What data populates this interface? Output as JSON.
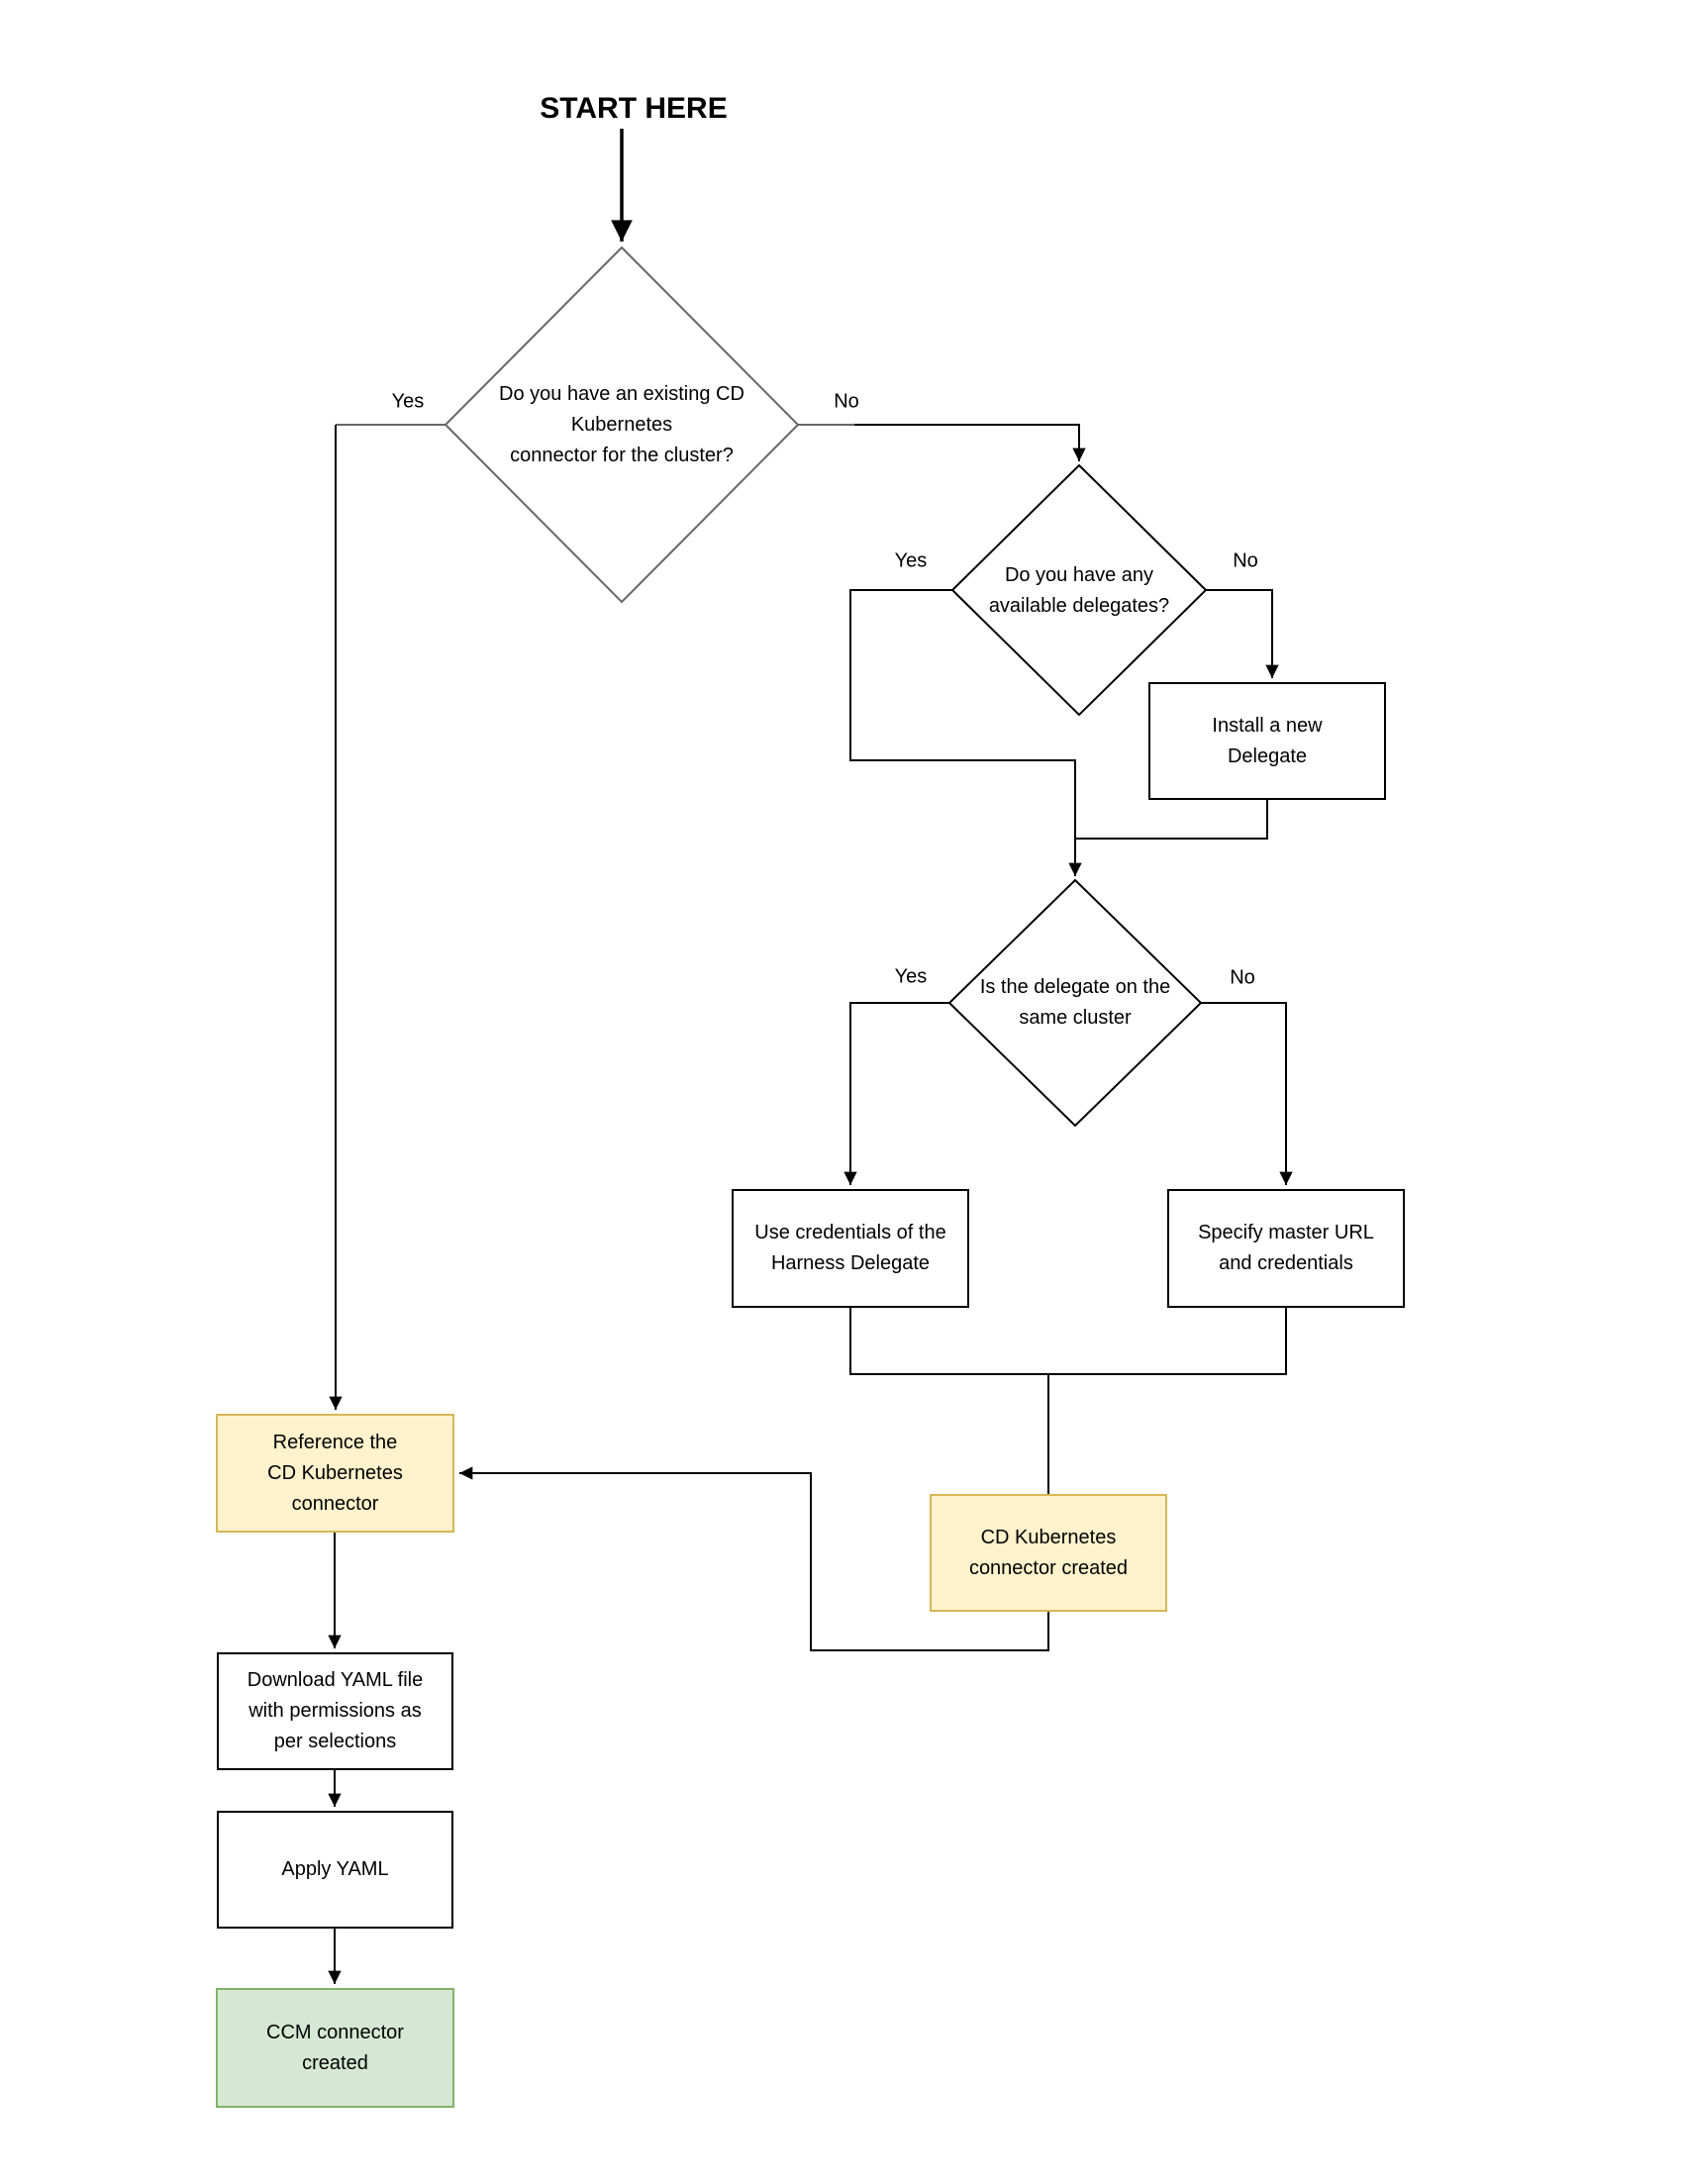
{
  "flowchart": {
    "title": "START HERE",
    "nodes": {
      "decision_existing_connector": {
        "type": "decision",
        "label": "Do you have an existing CD\nKubernetes\nconnector for the cluster?"
      },
      "decision_available_delegates": {
        "type": "decision",
        "label": "Do you have any\navailable delegates?"
      },
      "decision_same_cluster": {
        "type": "decision",
        "label": "Is the delegate on the\nsame cluster"
      },
      "install_delegate": {
        "type": "process",
        "label": "Install a new\nDelegate"
      },
      "use_credentials": {
        "type": "process",
        "label": "Use credentials of the\nHarness Delegate"
      },
      "specify_master_url": {
        "type": "process",
        "label": "Specify master URL\nand credentials"
      },
      "reference_connector": {
        "type": "highlight",
        "label": "Reference the\nCD Kubernetes\nconnector"
      },
      "connector_created": {
        "type": "highlight",
        "label": "CD Kubernetes\nconnector created"
      },
      "download_yaml": {
        "type": "process",
        "label": "Download YAML file\nwith permissions as\nper selections"
      },
      "apply_yaml": {
        "type": "process",
        "label": "Apply YAML"
      },
      "ccm_created": {
        "type": "terminal",
        "label": "CCM connector\ncreated"
      }
    },
    "edge_labels": {
      "d1_yes": "Yes",
      "d1_no": "No",
      "d2_yes": "Yes",
      "d2_no": "No",
      "d3_yes": "Yes",
      "d3_no": "No"
    },
    "edges": [
      {
        "from": "start",
        "to": "decision_existing_connector",
        "label": ""
      },
      {
        "from": "decision_existing_connector",
        "to": "reference_connector",
        "label": "Yes"
      },
      {
        "from": "decision_existing_connector",
        "to": "decision_available_delegates",
        "label": "No"
      },
      {
        "from": "decision_available_delegates",
        "to": "decision_same_cluster",
        "label": "Yes"
      },
      {
        "from": "decision_available_delegates",
        "to": "install_delegate",
        "label": "No"
      },
      {
        "from": "install_delegate",
        "to": "decision_same_cluster",
        "label": ""
      },
      {
        "from": "decision_same_cluster",
        "to": "use_credentials",
        "label": "Yes"
      },
      {
        "from": "decision_same_cluster",
        "to": "specify_master_url",
        "label": "No"
      },
      {
        "from": "use_credentials",
        "to": "connector_created",
        "label": ""
      },
      {
        "from": "specify_master_url",
        "to": "connector_created",
        "label": ""
      },
      {
        "from": "connector_created",
        "to": "reference_connector",
        "label": ""
      },
      {
        "from": "reference_connector",
        "to": "download_yaml",
        "label": ""
      },
      {
        "from": "download_yaml",
        "to": "apply_yaml",
        "label": ""
      },
      {
        "from": "apply_yaml",
        "to": "ccm_created",
        "label": ""
      }
    ],
    "colors": {
      "background": "#ffffff",
      "process_fill": "#ffffff",
      "process_border": "#000000",
      "highlight_fill": "#fff2cc",
      "highlight_border": "#d6b656",
      "terminal_fill": "#d5e8d4",
      "terminal_border": "#82b366",
      "connector": "#000000",
      "first_decision_stroke": "#666666"
    }
  }
}
